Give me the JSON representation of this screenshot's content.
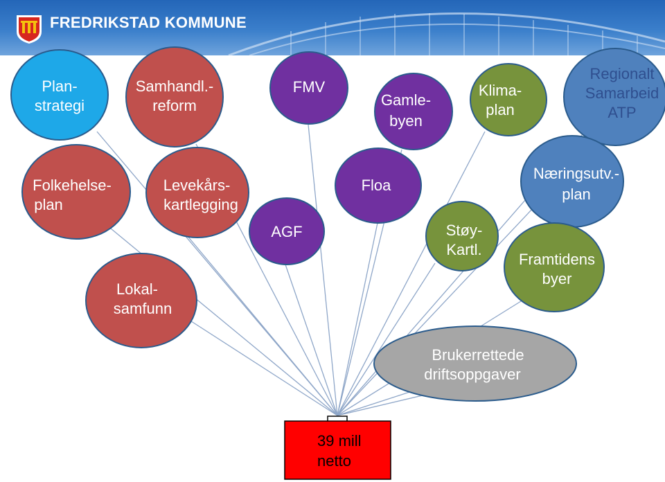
{
  "header": {
    "brand": "FREDRIKSTAD KOMMUNE",
    "logo_icon": "coat-of-arms-icon"
  },
  "colors": {
    "header_blue": "#2b6ec0",
    "light_blue": "#1ea8e8",
    "red": "#c0504d",
    "purple": "#7030a0",
    "green": "#77933c",
    "steel_blue": "#4f81bd",
    "gray": "#a6a6a6",
    "box_red": "#ff0000"
  },
  "nodes": {
    "planstrategi": {
      "line1": "Plan-",
      "line2": "strategi"
    },
    "samhandl": {
      "line1": "Samhandl.-",
      "line2": "reform"
    },
    "fmv": {
      "line1": "FMV"
    },
    "gamlebyen": {
      "line1": "Gamle-",
      "line2": "byen"
    },
    "klimaplan": {
      "line1": "Klima-",
      "line2": "plan"
    },
    "regionalt": {
      "line1": "Regionalt",
      "line2": "Samarbeid",
      "line3": "ATP"
    },
    "folkehelse": {
      "line1": "Folkehelse-",
      "line2": "plan"
    },
    "levekar": {
      "line1": "Levekårs-",
      "line2": "kartlegging"
    },
    "floa": {
      "line1": "Floa"
    },
    "naering": {
      "line1": "Næringsutv.-",
      "line2": "plan"
    },
    "agf": {
      "line1": "AGF"
    },
    "stoy": {
      "line1": "Støy-",
      "line2": "Kartl."
    },
    "framtidens": {
      "line1": "Framtidens",
      "line2": "byer"
    },
    "lokal": {
      "line1": "Lokal-",
      "line2": "samfunn"
    },
    "bruker": {
      "line1": "Brukerrettede",
      "line2": "driftsoppgaver"
    }
  },
  "budget": {
    "line1": "39 mill",
    "line2": "netto"
  }
}
